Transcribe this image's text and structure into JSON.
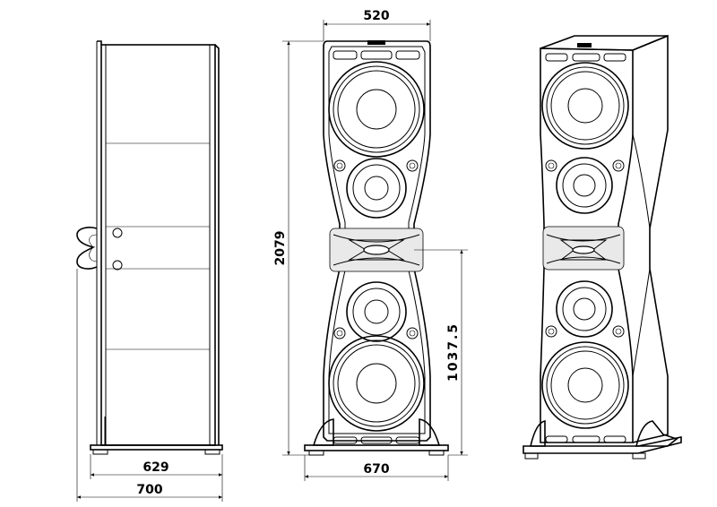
{
  "dimensions": {
    "top_width": "520",
    "height": "2079",
    "base_width": "670",
    "center_height": "1037.5",
    "side_depth_inner": "629",
    "side_depth_outer": "700"
  }
}
